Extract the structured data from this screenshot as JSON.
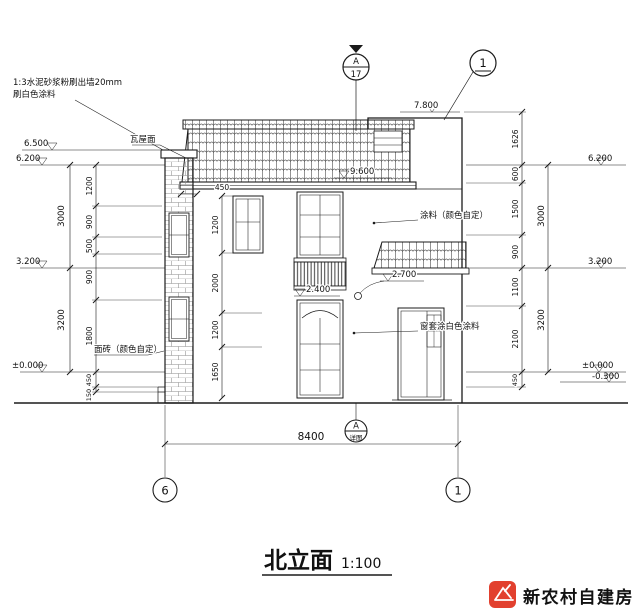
{
  "drawing": {
    "title": {
      "text": "北立面",
      "scale": "1:100"
    },
    "notes": {
      "plaster1": "1:3水泥砂浆粉刷出墙20mm",
      "plaster2": "刷白色涂料",
      "tile_roof": "瓦屋面",
      "paint": "涂料（颜色自定）",
      "window_trim": "窗套涂白色涂料",
      "face_brick": "面砖（颜色自定）"
    },
    "levels": {
      "left_6500": "6.500",
      "left_6200": "6.200",
      "left_3200": "3.200",
      "left_zero": "±0.000",
      "right_6200": "6.200",
      "right_3200": "3.200",
      "right_zero": "±0.000",
      "right_minus300": "-0.300",
      "ridge_7800": "7.800",
      "eave_9600": "9.600",
      "balcony_2400": "2.400",
      "balcony_2700": "2.700"
    },
    "dims": {
      "left_outer": [
        "3000",
        "3200"
      ],
      "left_inner": [
        "1200",
        "900",
        "500",
        "900",
        "1800",
        "450",
        "150"
      ],
      "right_inner": [
        "1626",
        "600",
        "1500",
        "900",
        "1100",
        "2100",
        "450"
      ],
      "right_outer": [
        "3000",
        "3200"
      ],
      "window_chain": [
        "1200",
        "2000",
        "1200",
        "1650"
      ],
      "eave_overhang": "450",
      "total_width": "8400"
    },
    "grid_bubbles": {
      "left": "6",
      "right": "1"
    },
    "detail_top": {
      "upper": "A",
      "lower": "17"
    },
    "detail_ref": {
      "label": "1"
    },
    "detail_bottom": {
      "upper": "A",
      "lower": "详图"
    }
  },
  "watermark": {
    "text": "新农村自建房",
    "color": "#e2402e"
  }
}
